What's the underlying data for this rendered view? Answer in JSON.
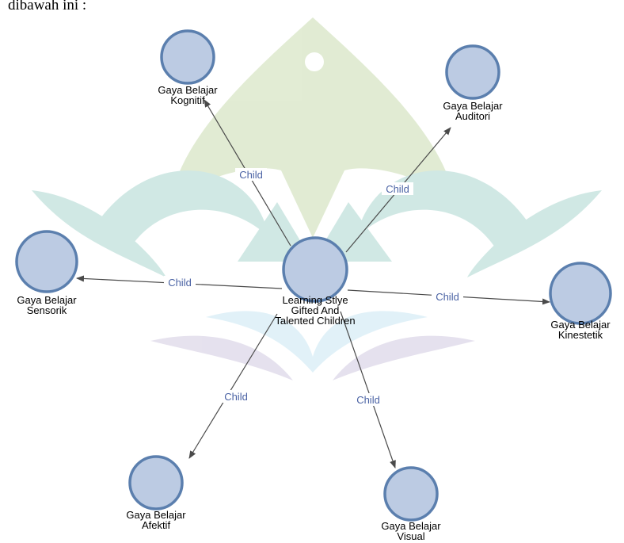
{
  "caption": "dibawah ini :",
  "colors": {
    "node_fill": "#bccbe3",
    "node_stroke": "#5b7fae",
    "edge_label": "#4a62a4",
    "watermark_green": "#7aa93a",
    "watermark_teal": "#2f9a8a",
    "watermark_blue": "#79c4e4",
    "watermark_purple": "#8e7cb3"
  },
  "diagram": {
    "nodes": [
      {
        "id": "center",
        "lines": [
          "Learning Stlye",
          "Gifted And",
          "Talented Children"
        ]
      },
      {
        "id": "kognitif",
        "lines": [
          "Gaya Belajar",
          "Kognitif"
        ]
      },
      {
        "id": "auditori",
        "lines": [
          "Gaya Belajar",
          "Auditori"
        ]
      },
      {
        "id": "sensorik",
        "lines": [
          "Gaya Belajar",
          "Sensorik"
        ]
      },
      {
        "id": "kinestetik",
        "lines": [
          "Gaya Belajar",
          "Kinestetik"
        ]
      },
      {
        "id": "afektif",
        "lines": [
          "Gaya Belajar",
          "Afektif"
        ]
      },
      {
        "id": "visual",
        "lines": [
          "Gaya Belajar",
          "Visual"
        ]
      }
    ],
    "edges": [
      {
        "from": "center",
        "to": "kognitif",
        "label": "Child"
      },
      {
        "from": "center",
        "to": "auditori",
        "label": "Child"
      },
      {
        "from": "center",
        "to": "sensorik",
        "label": "Child"
      },
      {
        "from": "center",
        "to": "kinestetik",
        "label": "Child"
      },
      {
        "from": "center",
        "to": "afektif",
        "label": "Child"
      },
      {
        "from": "center",
        "to": "visual",
        "label": "Child"
      }
    ]
  }
}
